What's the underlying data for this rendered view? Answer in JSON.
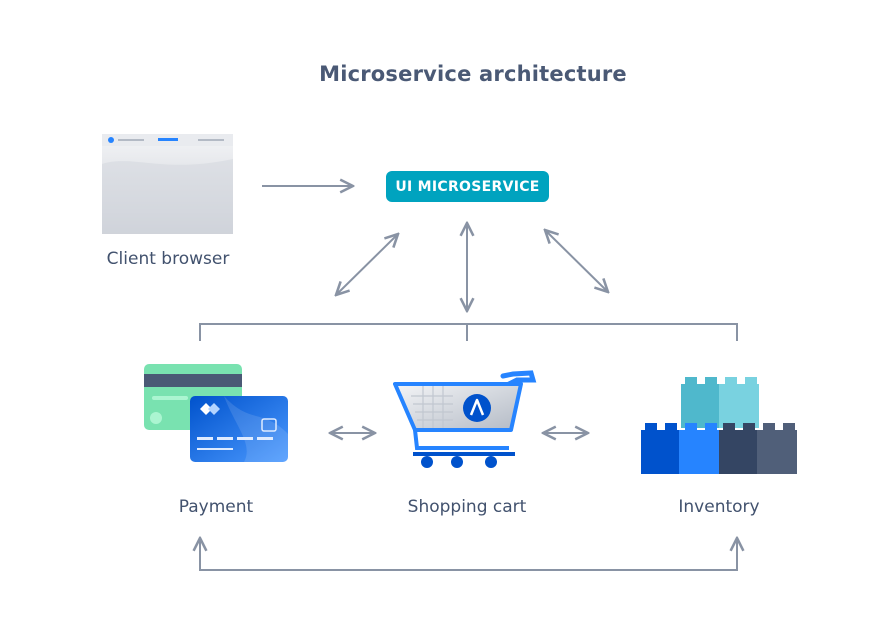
{
  "title": "Microservice architecture",
  "ui_microservice": {
    "label": "UI MICROSERVICE"
  },
  "nodes": {
    "client_browser": "Client browser",
    "payment": "Payment",
    "shopping_cart": "Shopping cart",
    "inventory": "Inventory"
  },
  "colors": {
    "text": "#42526E",
    "badge": "#00A3BF",
    "connector": "#8993A4",
    "blue": "#2684FF",
    "green": "#79E2B0",
    "teal": "#79D2E0"
  }
}
